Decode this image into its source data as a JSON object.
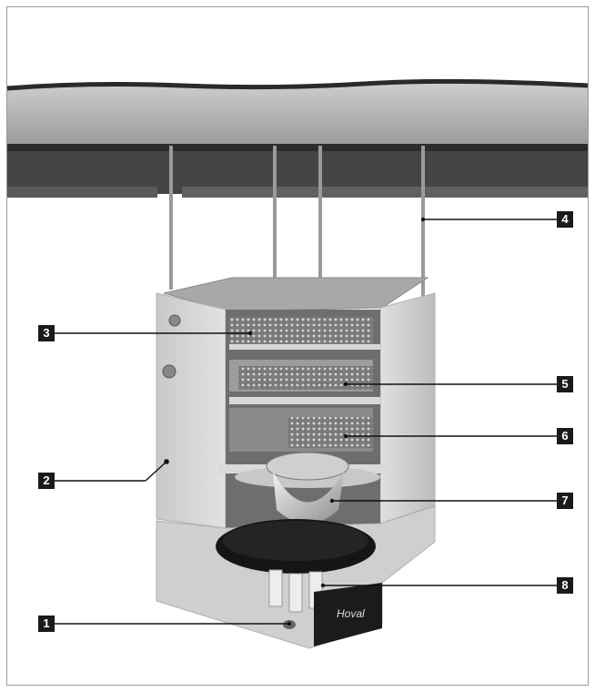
{
  "brand": "Hoval",
  "callouts": [
    {
      "id": "c1",
      "label": "1"
    },
    {
      "id": "c2",
      "label": "2"
    },
    {
      "id": "c3",
      "label": "3"
    },
    {
      "id": "c4",
      "label": "4"
    },
    {
      "id": "c5",
      "label": "5"
    },
    {
      "id": "c6",
      "label": "6"
    },
    {
      "id": "c7",
      "label": "7"
    },
    {
      "id": "c8",
      "label": "8"
    }
  ],
  "colors": {
    "slab": "#b7b7b7",
    "beam": "#3a3a3a",
    "unit": "#d4d4d4",
    "callout_bg": "#1a1a1a"
  }
}
